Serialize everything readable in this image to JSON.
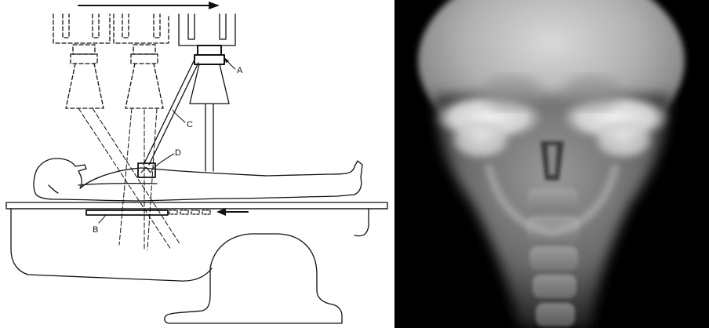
{
  "diagram": {
    "labels": {
      "a": "A",
      "b": "B",
      "c": "C",
      "d": "D"
    }
  },
  "colors": {
    "ink": "#111111",
    "paper": "#ffffff",
    "film_background": "#000000",
    "bone": "#e6e6e6"
  }
}
